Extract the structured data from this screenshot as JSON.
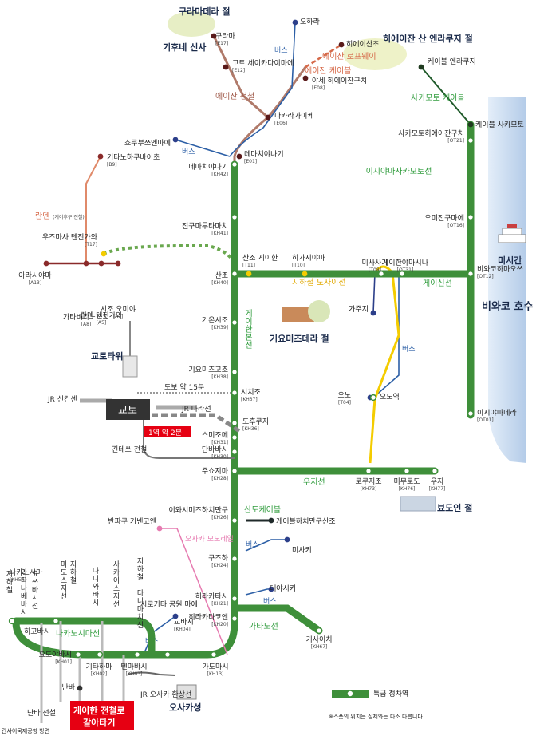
{
  "lines": {
    "keihan_main": "게이한본선",
    "ishiyama_sakamoto": "이시야마사카모토선",
    "keishin": "게이신선",
    "uji": "우지선",
    "katano": "가타노선",
    "nakanoshima": "나카노시마선",
    "otokoyama_cable": "산도케이블",
    "eizan_railway": "에이잔 전철",
    "eizan_cable": "에이잔 케이블",
    "eizan_ropeway": "에이잔 로프웨이",
    "sakamoto_cable": "사카모토 케이블",
    "randen": "란덴",
    "randen_note": "(게이후쿠 전철)",
    "subway_tozai": "지하철 도자이선",
    "osaka_monorail": "오사카 모노레일",
    "kintetsu": "긴테쓰 전철",
    "jr_nara": "JR 나라선",
    "jr_shinkansen": "JR 신칸센",
    "jr_loop": "JR 오사카 환상선",
    "nankai": "난바 전철",
    "bus": "버스"
  },
  "stations": {
    "kurama": {
      "name": "구라마",
      "code": "[E17]"
    },
    "ohara": {
      "name": "오하라"
    },
    "hieizan_sancho": {
      "name": "히에이산초"
    },
    "cable_hiei": {
      "name": "케이블 엔라쿠지"
    },
    "kobe_kanda": {
      "name": "고토 세이카다이마에",
      "code": "[E12]"
    },
    "yase": {
      "name": "야세 히에이잔구치",
      "code": "[E08]"
    },
    "takaragaike": {
      "name": "다카라가이케",
      "code": "[E06]"
    },
    "demachiyanagi_e": {
      "name": "데마치야나기",
      "code": "[E01]"
    },
    "shugakuin": {
      "name": "쇼쿠부쓰엔마에"
    },
    "demachiyanagi": {
      "name": "데마치야나기",
      "code": "[KH42]"
    },
    "kitano_hakubaicho": {
      "name": "기타노하쿠바이초",
      "code": "[B9]"
    },
    "jingu_marutamachi": {
      "name": "진구마루타마치",
      "code": "[KH41]"
    },
    "uzumasa": {
      "name": "우즈마사 텐진가와",
      "code": "[T17]"
    },
    "arashiyama": {
      "name": "아라시야마",
      "code": "[A13]"
    },
    "katabira": {
      "name": "가타비라노쓰지",
      "code": "[A8]"
    },
    "randen_tenjin": {
      "name": "란덴 텐진가와",
      "code": "[A5]"
    },
    "shijo_omiya": {
      "name": "시조 오미야",
      "code": "[A1]"
    },
    "sanjo_keihan": {
      "name": "산조 게이한",
      "code": "[T11]"
    },
    "higashiyama": {
      "name": "히가시야마",
      "code": "[T10]"
    },
    "misasagi": {
      "name": "미사사기",
      "code": "[T08]"
    },
    "keihan_yamashina": {
      "name": "게이한야마시나",
      "code": "[OT31]"
    },
    "sanjo": {
      "name": "산조",
      "code": "[KH40]"
    },
    "gion_shijo": {
      "name": "기온시조",
      "code": "[KH39]"
    },
    "kiyomizu_gojo": {
      "name": "기요미즈고조",
      "code": "[KH38]"
    },
    "shichijo": {
      "name": "시치조",
      "code": "[KH37]"
    },
    "tofukuji": {
      "name": "도후쿠지",
      "code": "[KH36]"
    },
    "sumizome": {
      "name": "스미조메",
      "code": "[KH31]"
    },
    "tambabashi": {
      "name": "단바바시",
      "code": "[KH30]"
    },
    "chushojima": {
      "name": "주쇼지마",
      "code": "[KH28]"
    },
    "rokujizo": {
      "name": "로쿠지조",
      "code": "[KH73]"
    },
    "mimurodo": {
      "name": "미무로도",
      "code": "[KH76]"
    },
    "uji": {
      "name": "우지",
      "code": "[KH77]"
    },
    "iwashimizu": {
      "name": "이와시미즈하치만구",
      "code": "[KH26]"
    },
    "cable_hachimangu": {
      "name": "케이블하치만구산조"
    },
    "kuzuha": {
      "name": "구즈하",
      "code": "[KH24]"
    },
    "misaki": {
      "name": "미사키"
    },
    "hirakatashi": {
      "name": "히라카타시",
      "code": "[KH21]"
    },
    "hirakata_koen": {
      "name": "히라카타코엔",
      "code": "[KH20]"
    },
    "kisaichi": {
      "name": "기사이치",
      "code": "[KH67]"
    },
    "sakamoto_hieizanguchi": {
      "name": "사카모토히에이잔구치",
      "code": "[OT21]"
    },
    "omi_jingumae": {
      "name": "오미진구마에",
      "code": "[OT16]"
    },
    "biwako_hamaotsu": {
      "name": "비와코하마오쓰",
      "code": "[OT12]"
    },
    "ishiyamadera": {
      "name": "이시야마데라",
      "code": "[OT01]"
    },
    "cable_sakamoto": {
      "name": "케이블 사카모토"
    },
    "kyoto": {
      "name": "교토"
    },
    "yodoyabashi": {
      "name": "요도야바시",
      "code": "[KH01]"
    },
    "kitahama": {
      "name": "기타하마",
      "code": "[KH02]"
    },
    "temmabashi": {
      "name": "텐마바시",
      "code": "[KH03]"
    },
    "kyobashi": {
      "name": "교바시",
      "code": "[KH04]"
    },
    "higobashi": {
      "name": "히고바시"
    },
    "kadomashi": {
      "name": "가도마시",
      "code": "[KH13]"
    },
    "nakanoshima": {
      "name": "나카노시마",
      "code": "[KH54]"
    },
    "watanabebashi": {
      "name": "와타나베바시",
      "code": "[KH53]"
    },
    "naniwabashi": {
      "name": "나니와바시",
      "code": "[KH51]"
    },
    "banpaku": {
      "name": "반파쿠 기넨코엔"
    },
    "shirokita": {
      "name": "시로키타 공원 마에"
    },
    "namba": {
      "name": "난바"
    },
    "daiyashiki": {
      "name": "데야시키"
    },
    "kazuji": {
      "name": "가주지"
    },
    "ono": {
      "name": "오노",
      "code": "[T04]"
    },
    "ono_eki": {
      "name": "오노역"
    }
  },
  "vertical_labels": {
    "yotsubashi": "요쓰바시선",
    "midosuji": "미도스지선",
    "sakaisuji": "사카이스지선",
    "tanimachi": "지하철 다니마치선",
    "subway1": "지하철",
    "subway2": "지하철",
    "keihan_yamashina_v": "게이한야마시나",
    "misasagi_v": "미사사기"
  },
  "landmarks": {
    "kuramadera": "구라마데라 절",
    "kifune": "기후네 신사",
    "enryakuji": "히에이잔 산 엔라쿠지 절",
    "kiyomizudera": "기요미즈데라 절",
    "kyoto_tower": "교토타워",
    "byodoin": "뵤도인 절",
    "osaka_castle": "오사카성",
    "biwako": "비와코 호수",
    "michigan": "미시간",
    "kansai_airport": "간사이국제공항 방면"
  },
  "annotations": {
    "walk": "도보 약 15분",
    "transfer": "1역 약 2분",
    "transfer_keihan": "게이한 전철로",
    "transfer_keihan2": "갈아타기"
  },
  "legend": {
    "label": "특급 정차역",
    "note": "※스폿의 위치는 실제와는 다소 다릅니다."
  },
  "colors": {
    "keihan_green": "#3e8f3a",
    "eizan_brown": "#b07060",
    "randen_red": "#e07a5f",
    "tozai_green": "#6aa84f",
    "yellow": "#f4cc00",
    "bus_blue": "#2c5fa6",
    "lake": "#bcd4ee",
    "kintetsu_gray": "#777777",
    "transfer_red": "#e60012"
  }
}
